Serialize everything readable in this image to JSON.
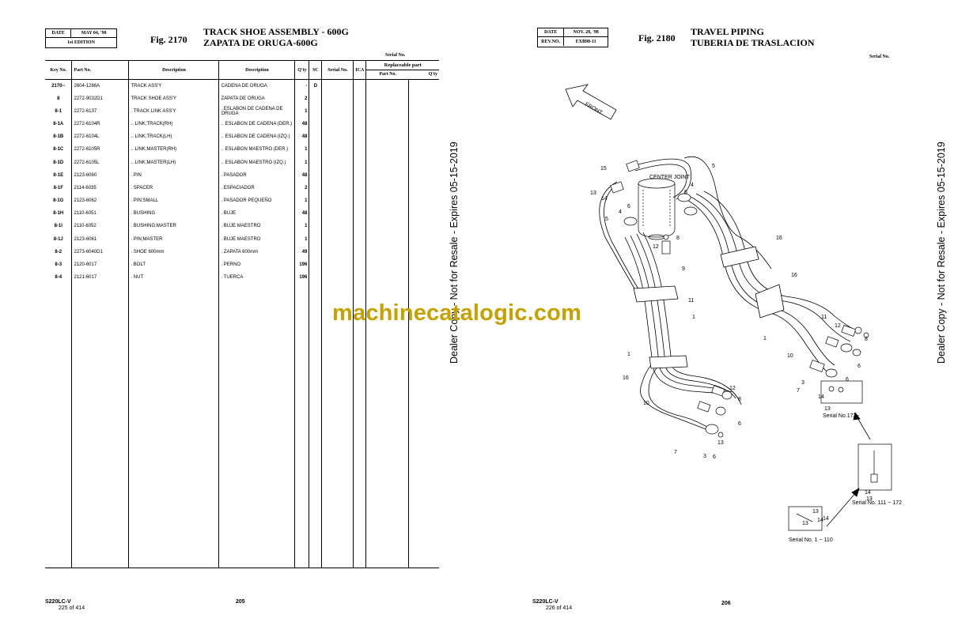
{
  "left_page": {
    "date_label": "DATE",
    "date_value": "MAY 04, '98",
    "edition": "1st EDITION",
    "fig_no": "Fig. 2170",
    "title_en": "TRACK SHOE ASSEMBLY - 600G",
    "title_es": "ZAPATA DE ORUGA-600G",
    "serial_no_label": "Serial No.",
    "table": {
      "headers": {
        "key_no": "Key No.",
        "part_no": "Part No.",
        "description": "Description",
        "description_es": "Description",
        "qty": "Q'ty",
        "sc": "SC",
        "serial_no": "Serial No.",
        "ica": "ICA",
        "replaceable_part": "Replaceable part",
        "rp_part_no": "Part No.",
        "rp_qty": "Q'ty"
      },
      "rows": [
        {
          "key": "2170--",
          "part": "2604-1286A",
          "desc": "TRACK ASS'Y",
          "desc_es": "CADENA DE ORUGA",
          "qty": "-",
          "sc": "D"
        },
        {
          "key": "8",
          "part": "2272-9032D1",
          "desc": "TRACK SHOE ASS'Y",
          "desc_es": "ZAPATA DE ORUGA",
          "qty": "2",
          "sc": ""
        },
        {
          "key": "8-1",
          "part": "2272-6137",
          "desc": ". TRACK LINK ASS'Y",
          "desc_es": ". ESLABON DE CADENA DE ORUGA",
          "qty": "1",
          "sc": ""
        },
        {
          "key": "8-1A",
          "part": "2272-6104R",
          "desc": ".. LINK;TRACK(RH)",
          "desc_es": ".. ESLABON DE CADENA (DER.)",
          "qty": "48",
          "sc": ""
        },
        {
          "key": "8-1B",
          "part": "2272-6104L",
          "desc": ".. LINK;TRACK(LH)",
          "desc_es": ".. ESLABON DE CADENA (IZQ.)",
          "qty": "48",
          "sc": ""
        },
        {
          "key": "8-1C",
          "part": "2272-6105R",
          "desc": ".. LINK;MASTER(RH)",
          "desc_es": ".. ESLABON MAESTRO (DER.)",
          "qty": "1",
          "sc": ""
        },
        {
          "key": "8-1D",
          "part": "2272-6105L",
          "desc": ".. LINK;MASTER(LH)",
          "desc_es": ".. ESLABON MAESTRO (IZQ.)",
          "qty": "1",
          "sc": ""
        },
        {
          "key": "8-1E",
          "part": "2123-6060",
          "desc": ". PIN",
          "desc_es": ". PASADOR",
          "qty": "48",
          "sc": ""
        },
        {
          "key": "8-1F",
          "part": "2114-6035",
          "desc": ". SPACER",
          "desc_es": ". ESPACIADOR",
          "qty": "2",
          "sc": ""
        },
        {
          "key": "8-1G",
          "part": "2123-6062",
          "desc": ". PIN;SMALL",
          "desc_es": ". PASADOR PEQUEÑO",
          "qty": "1",
          "sc": ""
        },
        {
          "key": "8-1H",
          "part": "2110-6051",
          "desc": ". BUSHING",
          "desc_es": ". BUJE",
          "qty": "48",
          "sc": ""
        },
        {
          "key": "8-1I",
          "part": "2110-6052",
          "desc": ". BUSHING;MASTER",
          "desc_es": ". BUJE MAESTRO",
          "qty": "1",
          "sc": ""
        },
        {
          "key": "8-1J",
          "part": "2123-6061",
          "desc": ". PIN;MASTER",
          "desc_es": ". BUJE MAESTRO",
          "qty": "1",
          "sc": ""
        },
        {
          "key": "8-2",
          "part": "2273-6040D1",
          "desc": ". SHOE 600mm",
          "desc_es": ". ZAPATA 600mm",
          "qty": "49",
          "sc": ""
        },
        {
          "key": "8-3",
          "part": "2120-6017",
          "desc": ". BOLT",
          "desc_es": ". PERNO",
          "qty": "196",
          "sc": ""
        },
        {
          "key": "8-4",
          "part": "2121-6017",
          "desc": ". NUT",
          "desc_es": ". TUERCA",
          "qty": "196",
          "sc": ""
        }
      ]
    },
    "model": "S220LC-V",
    "page_count": "225 of 414",
    "page_number": "205",
    "watermark": "Dealer Copy - Not for Resale - Expires 05-15-2019"
  },
  "right_page": {
    "date_label": "DATE",
    "date_value": "NOV. 28, '98",
    "rev_label": "REV.NO.",
    "rev_value": "EXB98-11",
    "fig_no": "Fig. 2180",
    "title_en": "TRAVEL PIPING",
    "title_es": "TUBERIA DE TRASLACION",
    "serial_no_label": "Serial No.",
    "diagram": {
      "front_label": "FRONT",
      "center_joint_label": "CENTER JOINT",
      "serial_notes": [
        "Serial No.173~",
        "Serial No. 111 ~ 172",
        "Serial No.  1 ~ 110"
      ],
      "callouts": [
        "15",
        "5",
        "4",
        "6",
        "13",
        "14",
        "6",
        "4",
        "5",
        "8",
        "12",
        "9",
        "16",
        "16",
        "11",
        "1",
        "1",
        "11",
        "12",
        "8",
        "10",
        "6",
        "1",
        "7",
        "3",
        "6",
        "14",
        "13",
        "16",
        "12",
        "8",
        "10",
        "6",
        "7",
        "3",
        "6",
        "13",
        "14",
        "13",
        "13",
        "14",
        "13",
        "14"
      ]
    },
    "model": "S220LC-V",
    "page_count": "226 of 414",
    "page_number": "206",
    "watermark": "Dealer Copy - Not for Resale - Expires 05-15-2019"
  },
  "overlay_watermark": "machinecatalogic.com"
}
